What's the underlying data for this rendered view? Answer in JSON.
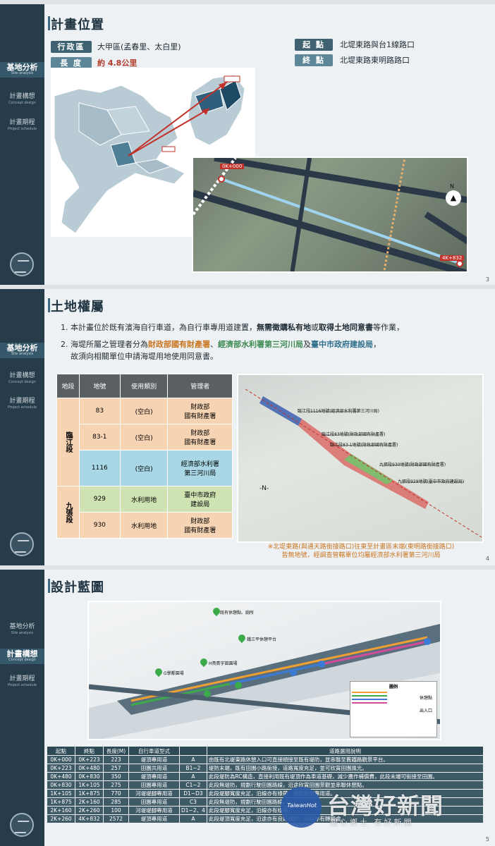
{
  "slide1": {
    "title": "計畫位置",
    "page": "3",
    "sidebar": [
      {
        "zh": "基地分析",
        "en": "Site analysis",
        "active": true
      },
      {
        "zh": "計畫構想",
        "en": "Concept design",
        "active": false
      },
      {
        "zh": "計畫期程",
        "en": "Project schedule",
        "active": false
      }
    ],
    "district_label": "行政區",
    "district_value": "大甲區(孟春里、太白里)",
    "length_label": "長 度",
    "length_value": "約 4.8公里",
    "start_label": "起 點",
    "start_value": "北堤東路與台1線路口",
    "end_label": "終 點",
    "end_value": "北堤東路東明路路口",
    "photo_start": "0K+000",
    "photo_end": "4K+832",
    "north": "N"
  },
  "slide2": {
    "title": "土地權屬",
    "page": "4",
    "sidebar": [
      {
        "zh": "基地分析",
        "en": "Site analysis",
        "active": true
      },
      {
        "zh": "計畫構想",
        "en": "Concept design",
        "active": false
      },
      {
        "zh": "計畫期程",
        "en": "Project schedule",
        "active": false
      }
    ],
    "item1_a": "1. 本計畫位於既有濱海自行車道，為自行車專用道建置，",
    "item1_b": "無需徵購私有地",
    "item1_c": "或",
    "item1_d": "取得土地同意書",
    "item1_e": "等作業，",
    "item2_a": "2. 海堤所屬之管理者分為",
    "item2_b": "財政部國有財產署",
    "item2_c": "、",
    "item2_d": "經濟部水利署第三河川局",
    "item2_e": "及",
    "item2_f": "臺中市政府建設局",
    "item2_g": "，",
    "item2_h": "故須向相關單位申請海堤用地使用同意書。",
    "table_headers": [
      "地段",
      "地號",
      "使用類別",
      "管理者"
    ],
    "section1": "臨江段",
    "section2": "九張段",
    "rows": [
      {
        "no": "83",
        "use": "(空白)",
        "mgr": "財政部\n國有財產署",
        "color": "orange"
      },
      {
        "no": "83-1",
        "use": "(空白)",
        "mgr": "財政部\n國有財產署",
        "color": "orange"
      },
      {
        "no": "1116",
        "use": "(空白)",
        "mgr": "經濟部水利署\n第三河川局",
        "color": "blue"
      },
      {
        "no": "929",
        "use": "水利用地",
        "mgr": "臺中市政府\n建設局",
        "color": "green"
      },
      {
        "no": "930",
        "use": "水利用地",
        "mgr": "財政部\n國有財產署",
        "color": "orange"
      }
    ],
    "map_labels": [
      "臨江段1116地號(經濟部水利署第三河川局)",
      "臨江段83地號(財政部國有財產署)",
      "臨江段83-1地號(財政部國有財產署)",
      "九張段930地號(財政部國有財產署)",
      "九張段929地號(臺中市政府建設局)"
    ],
    "map_north": "-N-",
    "note": "※北堤東路(與通天路銜接路口)往東至計畫區末端(東明路銜接路口)\n皆無地號，經調查管轄單位均屬經濟部水利署第三河川局"
  },
  "slide3": {
    "title": "設計藍圖",
    "page": "5",
    "sidebar": [
      {
        "zh": "基地分析",
        "en": "Site analysis",
        "active": false
      },
      {
        "zh": "計畫構想",
        "en": "Concept design",
        "active": true
      },
      {
        "zh": "計畫期程",
        "en": "Project schedule",
        "active": false
      }
    ],
    "pins": [
      "既有休憩點、廁所",
      "鐵三平休憩平台",
      "H貴賓宇田園場",
      "G學鄰園場"
    ],
    "legend_title": "圖例",
    "legend_rest": "休憩點",
    "legend_entry": "出入口",
    "spec_headers": [
      "起點",
      "終點",
      "長度(M)",
      "自行車道型式",
      "",
      "道路選用說明"
    ],
    "spec_rows": [
      [
        "0K+000",
        "0K+223",
        "223",
        "堤頂專用道",
        "A",
        "由既有北堤東路休憩入口可直接順接至既有堤防，並串聯至舊鐵路觀景平台。"
      ],
      [
        "0K+223",
        "0K+480",
        "257",
        "田園共用道",
        "B1~2",
        "堤防末端，既有田園小路銜接，道路寬度充足，並可欣賞田園風光。"
      ],
      [
        "0K+480",
        "0K+830",
        "350",
        "堤頂專用道",
        "A",
        "此段堤防為RC構造，直接利用既有堤頂作為車道基礎，減少農作補償費，此段末端可銜接至田園。"
      ],
      [
        "0K+830",
        "1K+105",
        "275",
        "田園專用道",
        "C1~2",
        "此段無堤防，規劃行駛田園路線，沿途欣賞田園景觀並串聯休憩點。"
      ],
      [
        "1K+105",
        "1K+875",
        "770",
        "河堤堤腳專用道",
        "D1~D3",
        "此段堤腳寬度充足，沿線亦有綠帶，規劃堤腳專用道。"
      ],
      [
        "1K+875",
        "2K+160",
        "285",
        "田園專用道",
        "C3",
        "此段無堤防，規劃行駛田園路線。"
      ],
      [
        "2K+160",
        "2K+260",
        "100",
        "河堤堤腳專用道",
        "D1~2、4",
        "此段堤腳寬度充足，沿線亦有綠帶。"
      ],
      [
        "2K+260",
        "4K+832",
        "2572",
        "堤頂專用道",
        "A",
        "此段堤頂寬度充足，沿途亦有良好視野，前段亦有轉彎處。"
      ]
    ]
  },
  "watermark": {
    "zh": "台灣好新聞",
    "sub": "關心鄉土 有好新聞",
    "logo": "TaiwanHot"
  },
  "colors": {
    "sidebar": "#263c4a",
    "accent": "#3f6271",
    "red": "#b33a2b",
    "orange": "#c9751f"
  }
}
